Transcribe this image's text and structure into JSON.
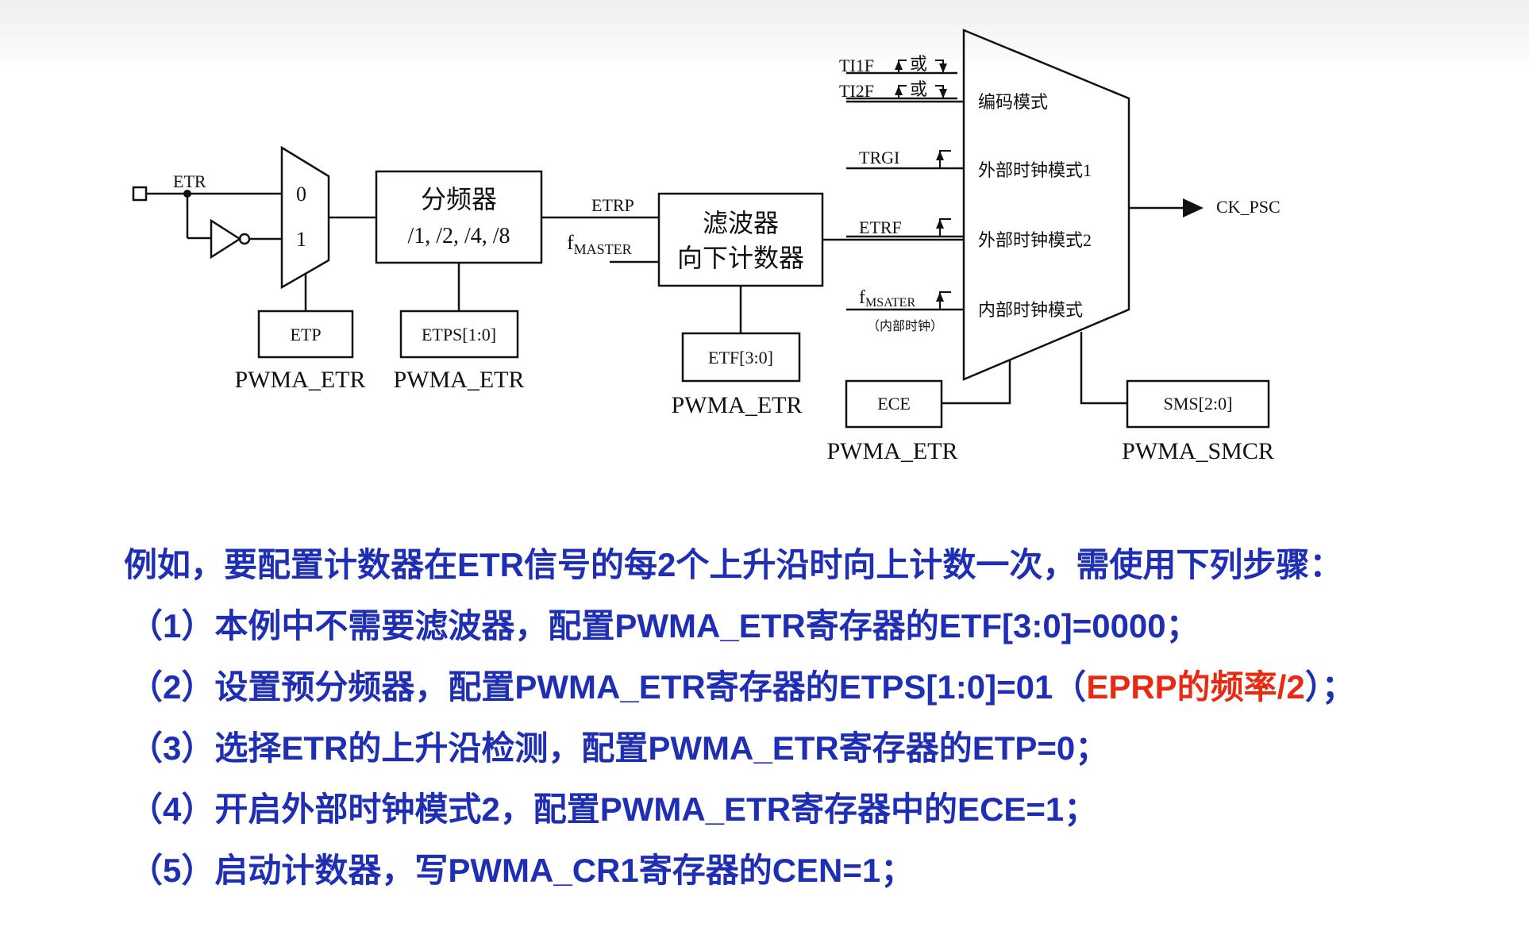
{
  "diagram": {
    "etr_in": "ETR",
    "mux_in_0": "0",
    "mux_in_1": "1",
    "prescaler_line1": "分频器",
    "prescaler_line2": "/1, /2, /4, /8",
    "etp_box": "ETP",
    "etps_box": "ETPS[1:0]",
    "etp_reg": "PWMA_ETR",
    "etps_reg": "PWMA_ETR",
    "etrp_label": "ETRP",
    "fmaster_f": "f",
    "fmaster_sub": "MASTER",
    "filter_line1": "滤波器",
    "filter_line2": "向下计数器",
    "etf_box": "ETF[3:0]",
    "etf_reg": "PWMA_ETR",
    "ti1f_label": "TI1F",
    "ti2f_label": "TI2F",
    "or_1": "或",
    "or_2": "或",
    "trgi_label": "TRGI",
    "etrf_label": "ETRF",
    "fmsater_f": "f",
    "fmsater_sub": "MSATER",
    "internal_clock_note": "（内部时钟）",
    "mode_encoder": "编码模式",
    "mode_ext1": "外部时钟模式1",
    "mode_ext2": "外部时钟模式2",
    "mode_internal": "内部时钟模式",
    "ck_psc": "CK_PSC",
    "ece_box": "ECE",
    "ece_reg": "PWMA_ETR",
    "sms_box": "SMS[2:0]",
    "sms_reg": "PWMA_SMCR"
  },
  "text": {
    "intro_a": "例如，要配置计数器在ETR信号的每2个上升沿时向上计数一次，需使用下列步骤：",
    "step1": "（1）本例中不需要滤波器，配置PWMA_ETR寄存器的ETF[3:0]=0000；",
    "step2_a": "（2）设置预分频器，配置PWMA_ETR寄存器的ETPS[1:0]=01（",
    "step2_red": "EPRP的频率/2",
    "step2_b": "）；",
    "step3": "（3）选择ETR的上升沿检测，配置PWMA_ETR寄存器的ETP=0；",
    "step4": "（4）开启外部时钟模式2，配置PWMA_ETR寄存器中的ECE=1；",
    "step5": "（5）启动计数器，写PWMA_CR1寄存器的CEN=1；"
  },
  "colors": {
    "step_text": "#1f2fb4",
    "highlight": "#e82a12",
    "line": "#111111"
  }
}
